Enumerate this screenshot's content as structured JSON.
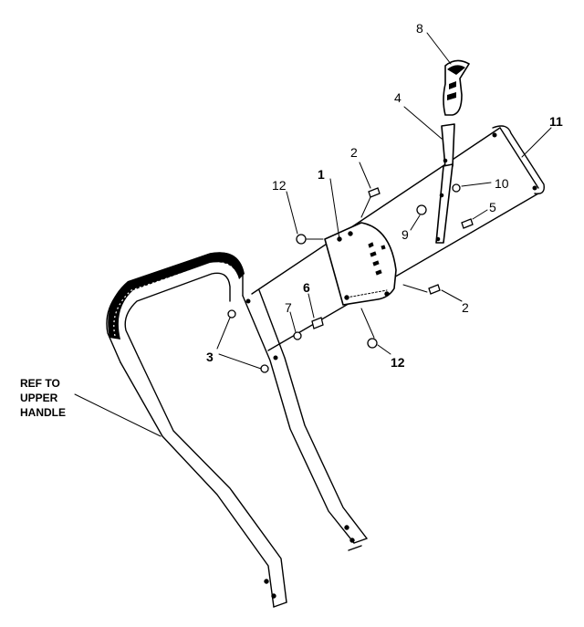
{
  "diagram": {
    "ref_note": [
      "REF TO",
      "UPPER",
      "HANDLE"
    ],
    "callouts": {
      "c1": "1",
      "c2a": "2",
      "c2b": "2",
      "c3": "3",
      "c4": "4",
      "c5": "5",
      "c6": "6",
      "c7": "7",
      "c8": "8",
      "c9": "9",
      "c10": "10",
      "c11": "11",
      "c12a": "12",
      "c12b": "12"
    }
  }
}
